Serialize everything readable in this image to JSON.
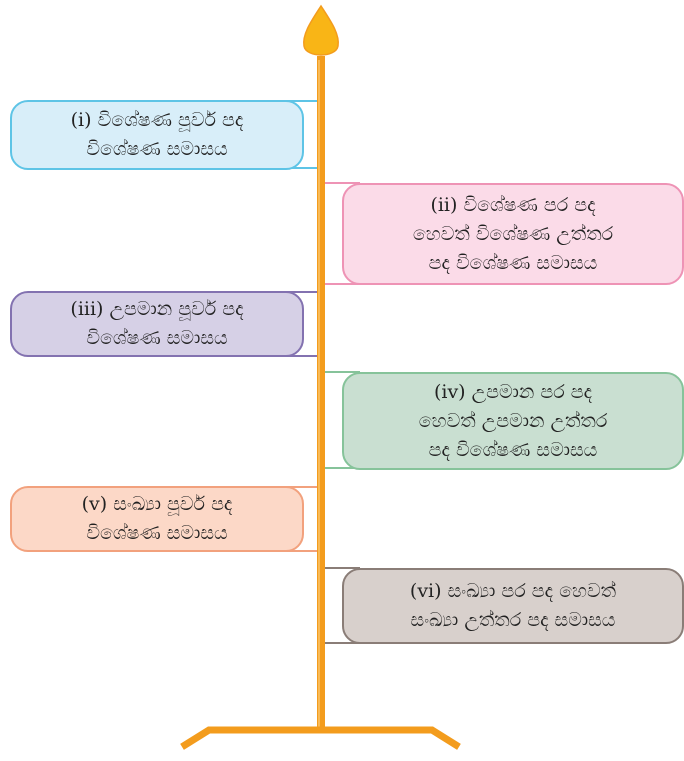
{
  "diagram": {
    "colors": {
      "pole": "#f39c1d",
      "flame": "#f9b516",
      "box1": "#5ec4e6",
      "box2": "#ee93b5",
      "box3": "#8372b0",
      "box4": "#86c39a",
      "box5": "#f2a17d",
      "box6": "#8a7d77"
    },
    "boxes": [
      {
        "line1": "(i) විශේෂණ පූර්ව පද",
        "line2": "විශේෂණ සමාසය"
      },
      {
        "line1": "(ii) විශේෂණ පර පද",
        "line2": "හෙවත් විශේෂණ උත්තර",
        "line3": "පද විශේෂණ සමාසය"
      },
      {
        "line1": "(iii) උපමාන පූර්ව පද",
        "line2": "විශේෂණ සමාසය"
      },
      {
        "line1": "(iv) උපමාන පර පද",
        "line2": "හෙවත් උපමාන උත්තර",
        "line3": "පද විශේෂණ සමාසය"
      },
      {
        "line1": "(v) සංඛ්‍යා පූර්ව පද",
        "line2": "විශේෂණ සමාසය"
      },
      {
        "line1": "(vi) සංඛ්‍යා පර පද හෙවත්",
        "line2": "සංඛ්‍යා උත්තර පද සමාසය"
      }
    ]
  }
}
